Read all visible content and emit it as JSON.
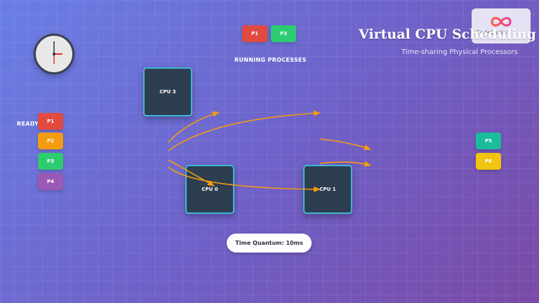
{
  "header": {
    "title": "Virtual CPU Scheduling",
    "subtitle": "Time-sharing Physical Processors"
  },
  "logo": {
    "text": "CodeLucky",
    "icon": "infinity-icon"
  },
  "running": {
    "label": "RUNNING PROCESSES",
    "processes": [
      {
        "label": "P1",
        "color": "#e04a3f"
      },
      {
        "label": "P3",
        "color": "#2ecc71"
      }
    ]
  },
  "ready": {
    "label": "READY",
    "processes": [
      {
        "label": "P1",
        "color": "#e04a3f"
      },
      {
        "label": "P2",
        "color": "#f39c12"
      },
      {
        "label": "P3",
        "color": "#2ecc71"
      },
      {
        "label": "P4",
        "color": "#9b59b6"
      }
    ]
  },
  "waiting": {
    "processes": [
      {
        "label": "P5",
        "color": "#1abc9c"
      },
      {
        "label": "P6",
        "color": "#f1c40f"
      }
    ]
  },
  "cpus": [
    {
      "label": "CPU 3"
    },
    {
      "label": "CPU 0"
    },
    {
      "label": "CPU 1"
    }
  ],
  "quantum": {
    "text": "Time Quantum: 10ms"
  },
  "colors": {
    "cpu_border": "#3fb8d6",
    "cpu_fill": "#2e3e51",
    "arrow": "#f39c12"
  }
}
